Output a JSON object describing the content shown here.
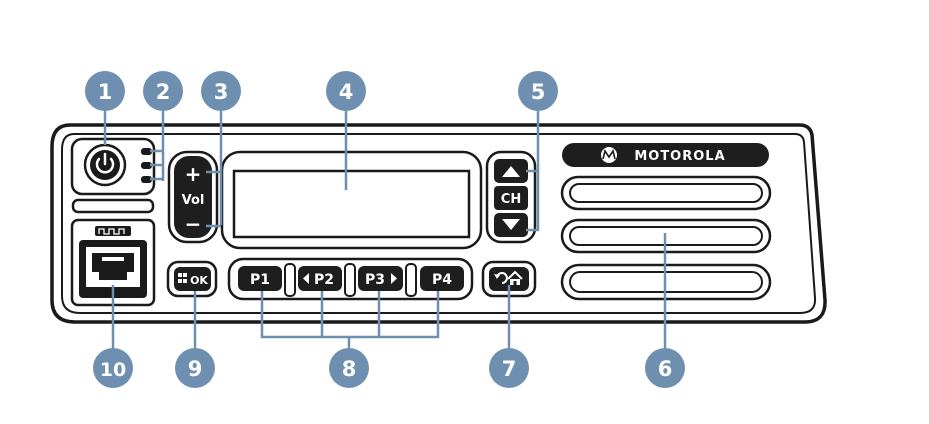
{
  "colors": {
    "callout_fill": "#6f8fb0",
    "callout_stroke": "#4f6d8c",
    "outline": "#1a1a1a",
    "button_fill": "#1e1e1e",
    "panel_fill": "#ffffff"
  },
  "callouts": [
    {
      "id": "power",
      "label": "1"
    },
    {
      "id": "leds",
      "label": "2"
    },
    {
      "id": "volume",
      "label": "3"
    },
    {
      "id": "display",
      "label": "4"
    },
    {
      "id": "channel",
      "label": "5"
    },
    {
      "id": "speaker",
      "label": "6"
    },
    {
      "id": "back-home",
      "label": "7"
    },
    {
      "id": "programmable-buttons",
      "label": "8"
    },
    {
      "id": "menu-ok",
      "label": "9"
    },
    {
      "id": "mic-port",
      "label": "10"
    }
  ],
  "buttons": {
    "volume_up": "+",
    "volume_label": "Vol",
    "volume_down": "−",
    "channel_label": "CH",
    "menu_ok": "OK",
    "p1": "P1",
    "p2": "P2",
    "p3": "P3",
    "p4": "P4"
  },
  "brand": {
    "name": "MOTOROLA",
    "logo_icon": "motorola-m-logo-icon"
  },
  "icons": {
    "power": "power-icon",
    "port": "rj45-port-icon",
    "port_marker": "square-wave-icon",
    "back": "back-arrow-icon",
    "home": "home-icon",
    "menu": "menu-grid-icon",
    "channel_up": "triangle-up-icon",
    "channel_down": "triangle-down-icon",
    "p2_left": "triangle-left-icon",
    "p3_right": "triangle-right-icon"
  }
}
